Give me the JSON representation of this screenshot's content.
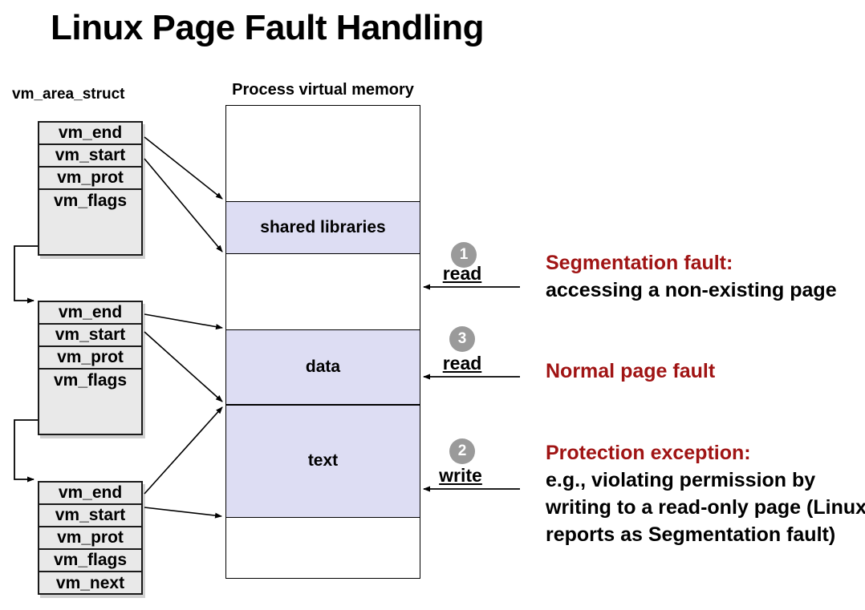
{
  "title": "Linux Page Fault Handling",
  "vm_struct_label": "vm_area_struct",
  "memory": {
    "title": "Process virtual memory",
    "regions": [
      {
        "label": "shared libraries"
      },
      {
        "label": "data"
      },
      {
        "label": "text"
      }
    ]
  },
  "structs": [
    {
      "fields": [
        "vm_end",
        "vm_start",
        "vm_prot",
        "vm_flags"
      ]
    },
    {
      "fields": [
        "vm_end",
        "vm_start",
        "vm_prot",
        "vm_flags"
      ]
    },
    {
      "fields": [
        "vm_end",
        "vm_start",
        "vm_prot",
        "vm_flags",
        "vm_next"
      ]
    }
  ],
  "access_markers": [
    {
      "number": "1",
      "action": "read"
    },
    {
      "number": "3",
      "action": "read"
    },
    {
      "number": "2",
      "action": "write"
    }
  ],
  "annotations": [
    {
      "heading": "Segmentation fault:",
      "body0": "accessing a non-existing page"
    },
    {
      "heading": "Normal page fault"
    },
    {
      "heading": "Protection exception:",
      "body0": "e.g., violating permission by",
      "body1": "writing to a read-only page (Linux",
      "body2": "reports as Segmentation fault)"
    }
  ],
  "colors": {
    "accent_red": "#A01414",
    "region_fill": "#DDDDF3",
    "struct_fill": "#E9E9E9",
    "badge_gray": "#9A9A9A"
  }
}
